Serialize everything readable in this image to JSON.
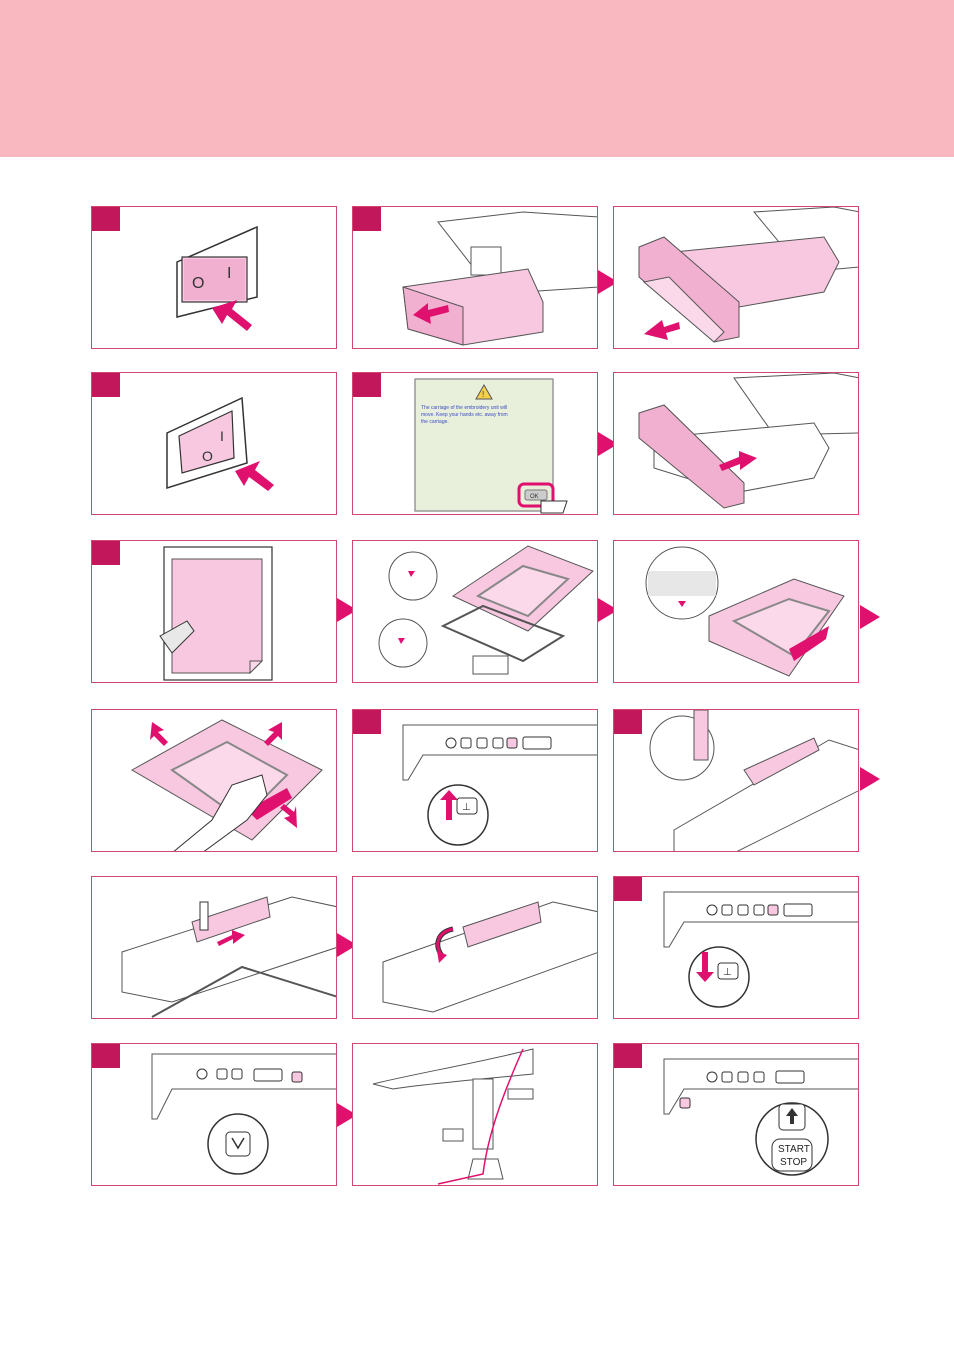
{
  "document": {
    "page_color": "#ffffff",
    "header_color": "#f9b8c0",
    "accent_color": "#e0116e",
    "step_marker_color": "#c2185b",
    "frame_color": "#d2476f",
    "fabric_color": "#f7c8e0"
  },
  "panels": {
    "row1": [
      {
        "name": "power-switch-on-panel",
        "icon": "rocker-switch-icon",
        "has_step_marker": true
      },
      {
        "name": "flatbed-removal-panel",
        "icon": "sewing-machine-icon",
        "has_step_marker": true
      },
      {
        "name": "embroidery-unit-attach-panel",
        "icon": "embroidery-unit-icon",
        "has_step_marker": false
      }
    ],
    "row2": [
      {
        "name": "power-switch-panel",
        "icon": "rocker-switch-icon",
        "has_step_marker": true
      },
      {
        "name": "lcd-warning-panel",
        "icon": "warning-icon",
        "has_step_marker": true
      },
      {
        "name": "carriage-move-panel",
        "icon": "embroidery-unit-icon",
        "has_step_marker": false
      }
    ],
    "row3": [
      {
        "name": "stabilizer-iron-panel",
        "icon": "iron-icon",
        "has_step_marker": true
      },
      {
        "name": "hoop-fabric-panel",
        "icon": "hoop-icon",
        "has_step_marker": false
      },
      {
        "name": "fabric-align-panel",
        "icon": "hoop-icon",
        "has_step_marker": false
      }
    ],
    "row4": [
      {
        "name": "fabric-tighten-panel",
        "icon": "hand-icon",
        "has_step_marker": false
      },
      {
        "name": "presser-foot-up-panel",
        "icon": "presser-foot-lever-icon",
        "has_step_marker": true
      },
      {
        "name": "hoop-holder-panel",
        "icon": "hoop-holder-icon",
        "has_step_marker": true
      }
    ],
    "row5": [
      {
        "name": "hoop-insert-panel",
        "icon": "hoop-holder-icon",
        "has_step_marker": false
      },
      {
        "name": "hoop-lock-panel",
        "icon": "lock-lever-icon",
        "has_step_marker": false
      },
      {
        "name": "presser-foot-down-panel",
        "icon": "presser-foot-lever-icon",
        "has_step_marker": true
      }
    ],
    "row6": [
      {
        "name": "needle-threading-panel",
        "icon": "needle-threader-icon",
        "has_step_marker": true
      },
      {
        "name": "threaded-needle-panel",
        "icon": "needle-icon",
        "has_step_marker": false
      },
      {
        "name": "start-stop-panel",
        "icon": "start-stop-icon",
        "has_step_marker": true
      }
    ]
  },
  "lcd": {
    "message_lines": [
      "The carriage of the embroidery unit will",
      "move. Keep your hands etc. away from",
      "the carriage."
    ],
    "ok_button_label": "OK"
  },
  "switch_labels": {
    "off": "O",
    "on": "I"
  },
  "start_stop": {
    "line1": "START",
    "line2": "STOP"
  }
}
